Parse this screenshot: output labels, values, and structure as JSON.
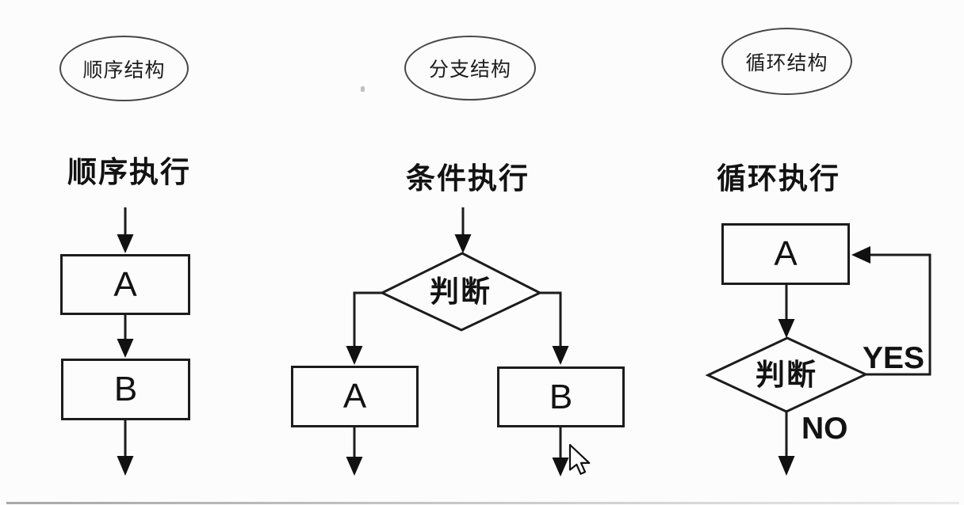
{
  "canvas": {
    "background": "#fcfcfc",
    "stroke_color": "#1c1c1c",
    "description": "Slide showing three basic flow-control structures as flowcharts"
  },
  "columns": [
    {
      "badge": "顺序结构",
      "title": "顺序执行",
      "box_a": "A",
      "box_b": "B"
    },
    {
      "badge": "分支结构",
      "title": "条件执行",
      "decision": "判断",
      "box_a": "A",
      "box_b": "B"
    },
    {
      "badge": "循环结构",
      "title": "循环执行",
      "decision": "判断",
      "box_a": "A",
      "yes_label": "YES",
      "no_label": "NO"
    }
  ]
}
